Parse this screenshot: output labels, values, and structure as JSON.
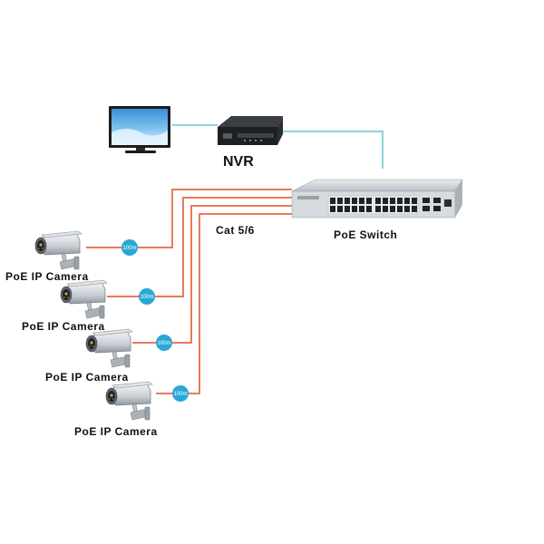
{
  "diagram": {
    "nodes": {
      "nvr": {
        "label": "NVR"
      },
      "poe_switch": {
        "label": "PoE Switch"
      },
      "cameras": [
        {
          "label": "PoE IP Camera",
          "speed": "100m"
        },
        {
          "label": "PoE IP Camera",
          "speed": "100m"
        },
        {
          "label": "PoE IP Camera",
          "speed": "100m"
        },
        {
          "label": "PoE IP Camera",
          "speed": "100m"
        }
      ]
    },
    "cable_label": "Cat 5/6",
    "colors": {
      "video_link": "#8fd3dc",
      "ethernet_cable": "#e87a5a",
      "speed_badge": "#2aa7d6"
    }
  }
}
